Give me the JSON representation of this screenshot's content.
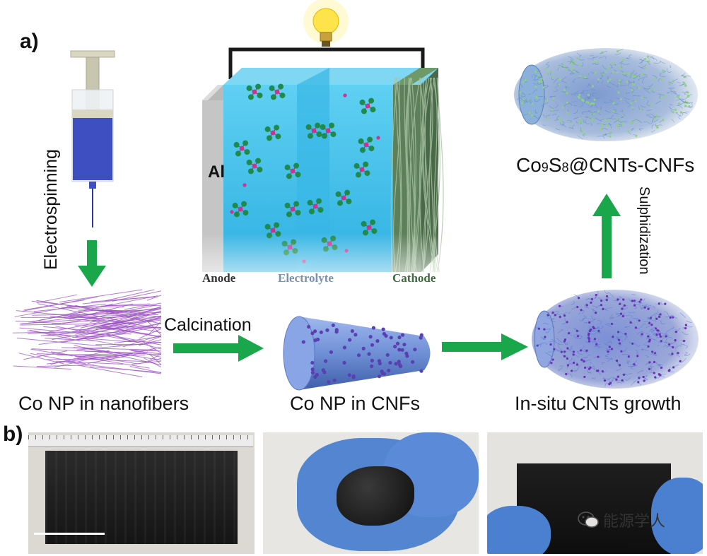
{
  "panel_labels": {
    "a": "a)",
    "b": "b)"
  },
  "steps": {
    "electrospinning": "Electrospinning",
    "calcination": "Calcination",
    "sulphidization": "Sulphidization"
  },
  "captions": {
    "co_np_nanofibers": "Co NP in nanofibers",
    "co_np_cnfs": "Co NP in CNFs",
    "insitu_cnts": "In-situ CNTs growth",
    "product": "Co9S8@CNTs-CNFs",
    "product_parts": {
      "prefix": "Co",
      "sub1": "9",
      "mid": "S",
      "sub2": "8",
      "suffix": "@CNTs-CNFs"
    }
  },
  "battery": {
    "anode_metal": "Al",
    "anode": "Anode",
    "electrolyte": "Electrolyte",
    "cathode": "Cathode"
  },
  "watermark": "能源学人",
  "colors": {
    "arrow": "#1aa64a",
    "fiber_purple": "#9b4fc4",
    "cnf_blue": "#6f8fd6",
    "electrolyte": "#4fc3e8",
    "cathode": "#5d7f5a",
    "anode": "#b9b9b9",
    "ion_pink": "#d0318f",
    "ion_green": "#1f8a4a",
    "glove_blue": "#4b7fd0"
  },
  "icons": [
    "syringe-icon",
    "lightbulb-icon",
    "nanofiber-mesh-icon",
    "cnf-cylinder-icon",
    "cnt-cylinder-icon",
    "wechat-icon"
  ]
}
